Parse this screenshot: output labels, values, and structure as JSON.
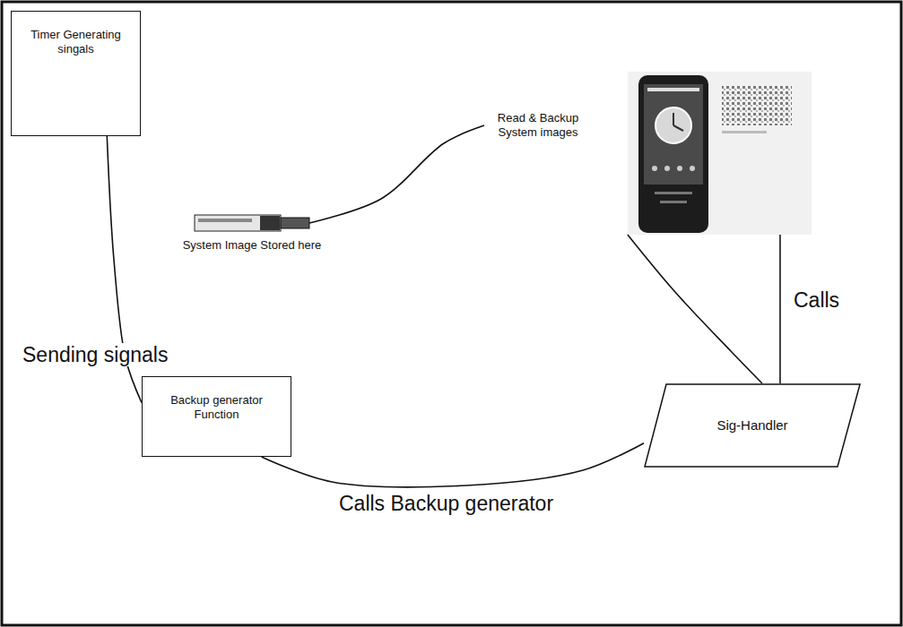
{
  "diagram": {
    "nodes": [
      {
        "text": [
          "Timer Generating singals"
        ]
      },
      {
        "text": [
          "Read & Backup System images"
        ]
      },
      {
        "text": [
          "System Image Stored here"
        ]
      },
      {
        "text": [
          "Backup generator Function"
        ]
      },
      {
        "text": [
          "Sig-Handler"
        ]
      }
    ],
    "edges": [
      {
        "from": 0,
        "to": 3,
        "arrow": "none",
        "label": "Sending signals"
      },
      {
        "from": 3,
        "to": 4,
        "arrow": "none",
        "label": "Calls Backup generator"
      },
      {
        "from": 4,
        "to": 1,
        "arrow": "none",
        "label": "Calls"
      },
      {
        "from": 4,
        "to": 1,
        "arrow": "none"
      },
      {
        "from": 2,
        "to": 1,
        "arrow": "none"
      }
    ]
  }
}
